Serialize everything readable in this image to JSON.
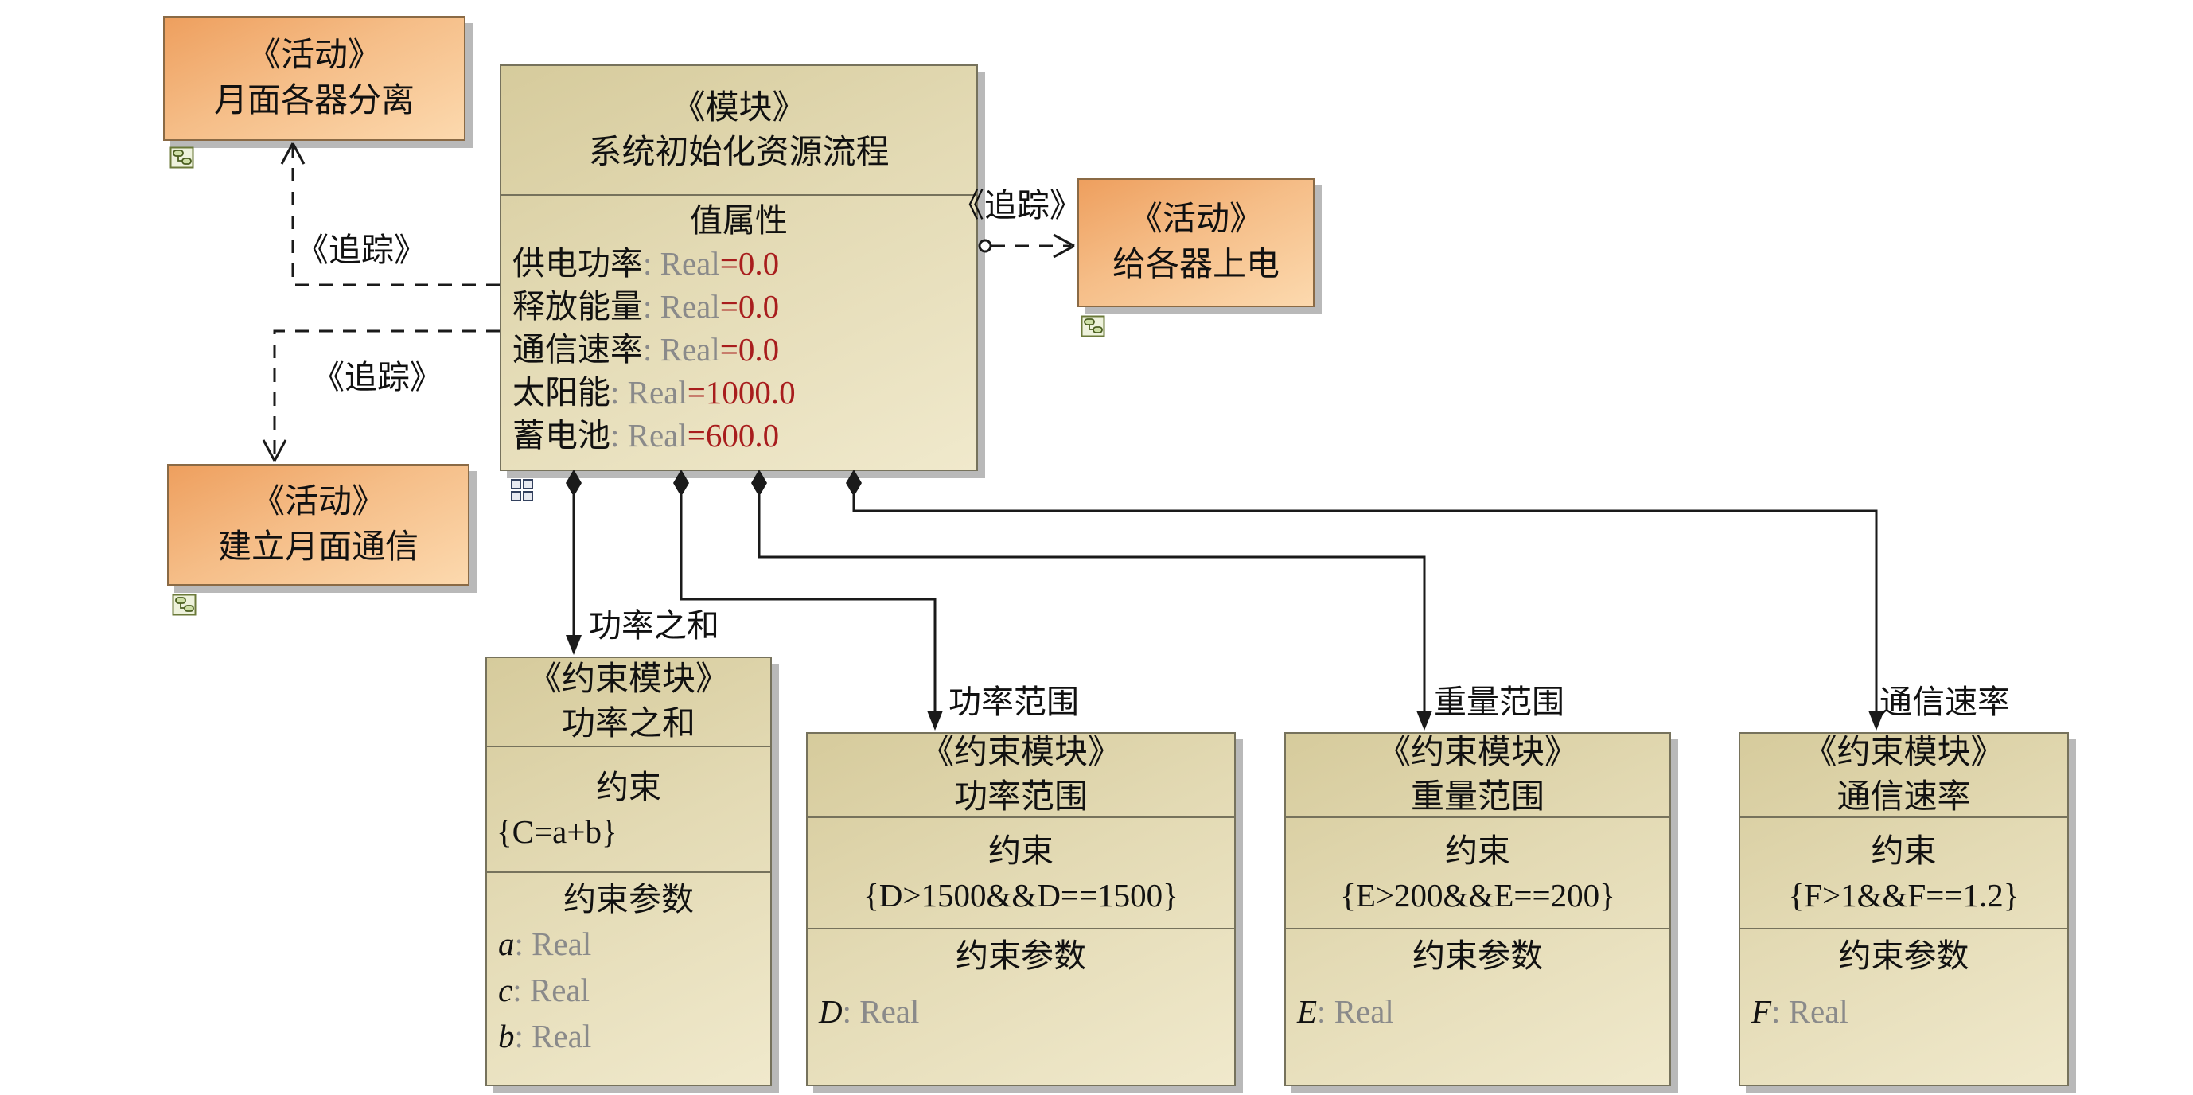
{
  "labels": {
    "trace": "《追踪》"
  },
  "activity_separation": {
    "stereotype": "《活动》",
    "name": "月面各器分离"
  },
  "activity_power_on": {
    "stereotype": "《活动》",
    "name": "给各器上电"
  },
  "activity_comm": {
    "stereotype": "《活动》",
    "name": "建立月面通信"
  },
  "main_block": {
    "stereotype": "《模块》",
    "name": "系统初始化资源流程",
    "compartment": "值属性",
    "values": [
      {
        "name": "供电功率",
        "type": ": Real",
        "value": "=0.0"
      },
      {
        "name": "释放能量",
        "type": ": Real",
        "value": "=0.0"
      },
      {
        "name": "通信速率",
        "type": ": Real",
        "value": "=0.0"
      },
      {
        "name": "太阳能",
        "type": ": Real",
        "value": "=1000.0"
      },
      {
        "name": "蓄电池",
        "type": ": Real",
        "value": "=600.0"
      }
    ]
  },
  "constraint_blocks": [
    {
      "stereotype": "《约束模块》",
      "name": "功率之和",
      "constraint_label": "约束",
      "expression": "{C=a+b}",
      "params_label": "约束参数",
      "params": [
        {
          "name": "a",
          "type": ": Real"
        },
        {
          "name": "c",
          "type": ": Real"
        },
        {
          "name": "b",
          "type": ": Real"
        }
      ],
      "connector_label": "功率之和"
    },
    {
      "stereotype": "《约束模块》",
      "name": "功率范围",
      "constraint_label": "约束",
      "expression": "{D>1500&&D==1500}",
      "params_label": "约束参数",
      "params": [
        {
          "name": "D",
          "type": ": Real"
        }
      ],
      "connector_label": "功率范围"
    },
    {
      "stereotype": "《约束模块》",
      "name": "重量范围",
      "constraint_label": "约束",
      "expression": "{E>200&&E==200}",
      "params_label": "约束参数",
      "params": [
        {
          "name": "E",
          "type": ": Real"
        }
      ],
      "connector_label": "重量范围"
    },
    {
      "stereotype": "《约束模块》",
      "name": "通信速率",
      "constraint_label": "约束",
      "expression": "{F>1&&F==1.2}",
      "params_label": "约束参数",
      "params": [
        {
          "name": "F",
          "type": ": Real"
        }
      ],
      "connector_label": "通信速率"
    }
  ],
  "colors": {
    "activity_fill_top": "#ee9f5e",
    "activity_fill_bottom": "#fcd9ae",
    "block_fill_top": "#d6cb9c",
    "block_fill_bottom": "#f0e9cc",
    "value_red": "#a81d1d",
    "type_gray": "#8a8a8a",
    "line_black": "#1a1a1a",
    "shadow_gray": "#b9b9b9"
  }
}
